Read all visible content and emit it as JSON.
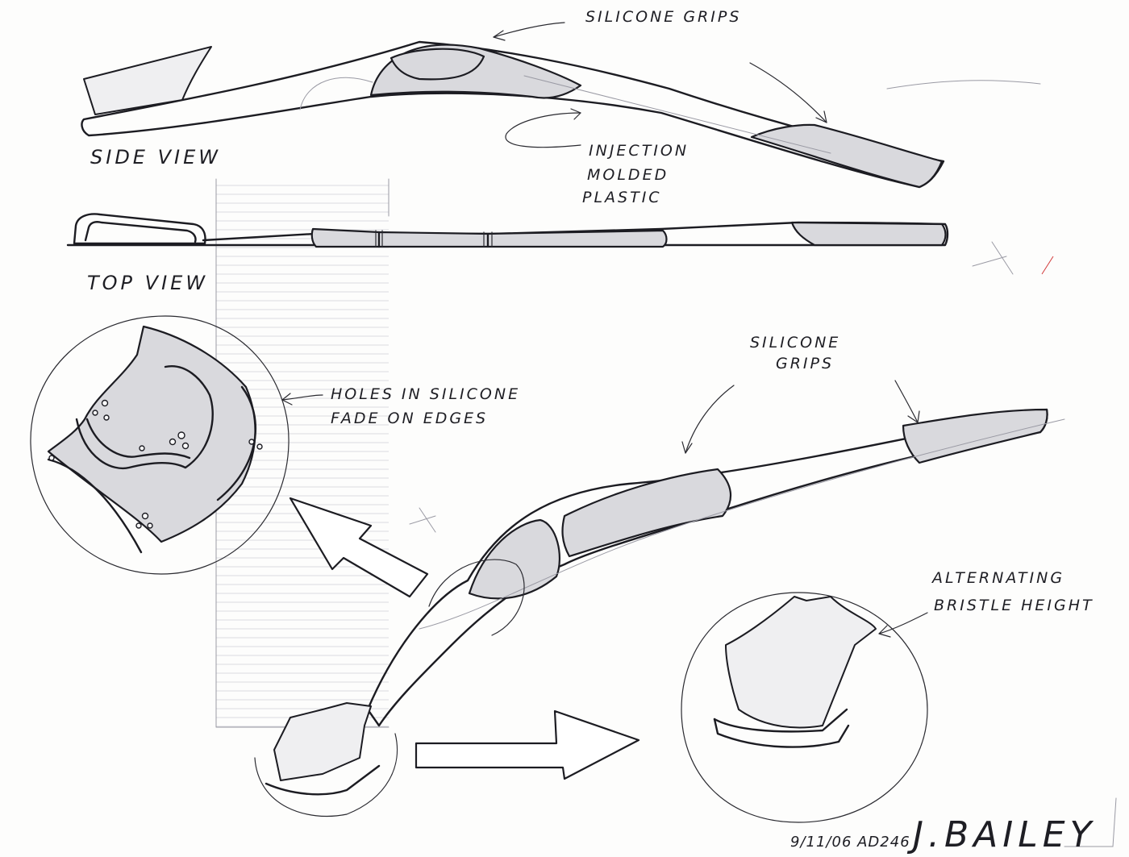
{
  "annotations": {
    "silicone_grips_top": "SILICONE GRIPS",
    "side_view": "SIDE VIEW",
    "injection_line1": "INJECTION",
    "injection_line2": "MOLDED",
    "injection_line3": "PLASTIC",
    "top_view": "TOP VIEW",
    "holes_line1": "HOLES IN SILICONE",
    "holes_line2": "FADE ON EDGES",
    "silicone_grips_mid_line1": "SILICONE",
    "silicone_grips_mid_line2": "GRIPS",
    "bristle_line1": "ALTERNATING",
    "bristle_line2": "BRISTLE HEIGHT"
  },
  "signature": {
    "date_code": "9/11/06 AD246",
    "name": "J.BAILEY"
  },
  "colors": {
    "ink": "#1c1c22",
    "paper": "#fdfdfc",
    "grip_shade": "#d9d9dd",
    "red_mark": "#d23a3a"
  }
}
